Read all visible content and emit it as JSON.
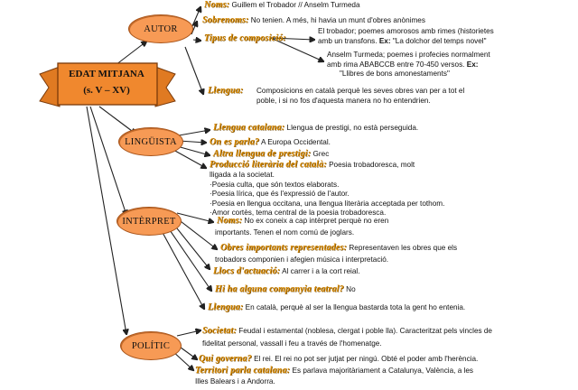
{
  "colors": {
    "node_fill": "#f79a55",
    "node_border": "#a85318",
    "heading": "#d98a00",
    "line": "#222222",
    "banner": "#f0882e"
  },
  "banner": {
    "title": "EDAT MITJANA",
    "subtitle": "(s. V – XV)"
  },
  "nodes": {
    "autor": "AUTOR",
    "linguista": "LINGÜISTA",
    "interpret": "INTÈRPRET",
    "politic": "POLÍTIC"
  },
  "autor": {
    "noms_h": "Noms:",
    "noms": "Guillem el Trobador // Anselm Turmeda",
    "sobrenoms_h": "Sobrenoms:",
    "sobrenoms": "No tenien. A més, hi havia un munt d'obres anònimes",
    "tipus_h": "Tipus de composició:",
    "tipus_1a": "El trobador; poemes amorosos amb rimes (historietes",
    "tipus_1b": "amb  un transfons.",
    "ex": "Ex:",
    "tipus_1c": "\"La dolchor del temps novel\"",
    "tipus_2a": "Anselm Turmeda; poemes i profecies normalment",
    "tipus_2b": "amb rima ABABCCB entre 70-450 versos.",
    "tipus_2c": "\"Llibres de bons amonestaments\"",
    "llengua_h": "Llengua:",
    "llengua_1": "Composicions en català perquè les seves obres van per a tot el",
    "llengua_2": "poble, i si no fos d'aquesta manera no ho entendrien."
  },
  "linguista": {
    "catalana_h": "Llengua catalana:",
    "catalana": "Llengua de prestigi, no està perseguida.",
    "parla_h": "On es parla?",
    "parla": "A Europa Occidental.",
    "altra_h": "Altra llengua de prestigi:",
    "altra": "Grec",
    "prod_h": "Producció literària del català:",
    "prod_1": "Poesia trobadoresca, molt",
    "prod_2": "lligada a la societat.",
    "prod_3": "·Poesia culta, que són textos elaborats.",
    "prod_4": "·Poesia lírica, que és l'expressió de l'autor.",
    "prod_5": "·Poesia en llengua occitana, una llengua literària acceptada per tothom.",
    "prod_6": "·Amor cortès, tema central de la poesia trobadoresca."
  },
  "interpret": {
    "noms_h": "Noms:",
    "noms_1": "No ex coneix a cap intèrpret perquè no eren",
    "noms_2": "importants. Tenen el nom comú de joglars.",
    "obres_h": "Obres importants representades:",
    "obres_1": "Representaven les obres que els",
    "obres_2": "trobadors componien i afegien música i interpretació.",
    "llocs_h": "Llocs d'actuació:",
    "llocs": "Al carrer i a la cort reial.",
    "companyia_h": "Hi ha alguna companyia teatral?",
    "companyia": "No",
    "llengua_h": "Llengua:",
    "llengua": "En català, perquè al ser la llengua bastarda tota la gent ho entenia."
  },
  "politic": {
    "societat_h": "Societat:",
    "societat_1": "Feudal i estamental (noblesa, clergat i poble lla). Caracteritzat pels vincles de",
    "societat_2": "fidelitat personal, vassall i feu a través de l'homenatge.",
    "governa_h": "Qui governa?",
    "governa": "El  rei. El rei no pot ser jutjat per ningú. Obté el poder amb l'herència.",
    "territori_h": "Territori parla catalana:",
    "territori_1": "Es parlava majoritàriament a Catalunya, València, a les",
    "territori_2": "Illes Balears i a Andorra."
  }
}
